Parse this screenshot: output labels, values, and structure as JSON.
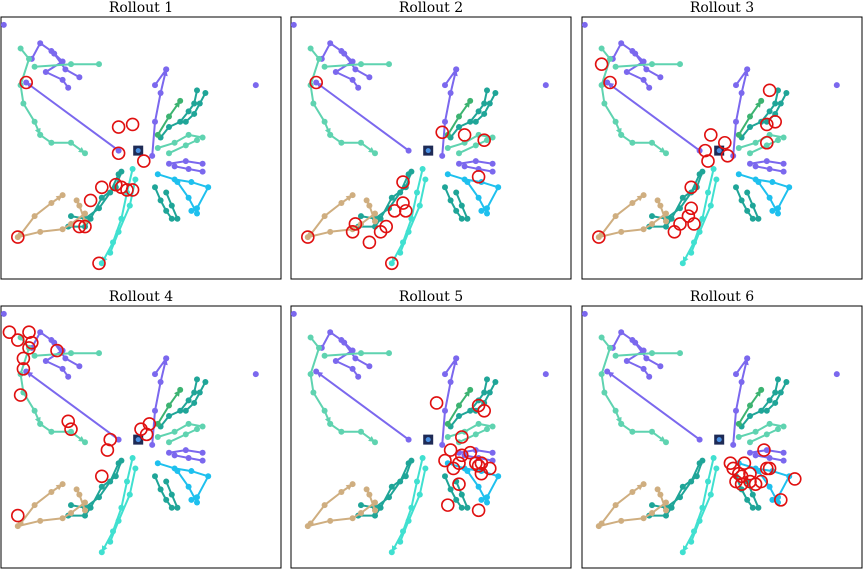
{
  "chart_data": {
    "type": "scatter",
    "grid": false,
    "xlim": [
      0,
      100
    ],
    "ylim": [
      0,
      100
    ],
    "colors": {
      "purple": "#7b68ee",
      "seafoam": "#5fd3b0",
      "teal": "#1fa598",
      "green": "#3cb371",
      "cyan": "#1ec0ee",
      "tan": "#cfae80",
      "turquoise": "#40e0d0",
      "highlight": "#e01010",
      "marker_fill": "#1e2a55",
      "marker_core": "#4a90e2"
    },
    "panels": [
      {
        "title": "Rollout 1",
        "circles": [
          [
            9,
            75
          ],
          [
            42,
            48
          ],
          [
            51,
            45
          ],
          [
            42,
            58
          ],
          [
            47,
            59
          ],
          [
            36,
            35
          ],
          [
            41,
            36
          ],
          [
            43,
            35
          ],
          [
            47,
            34
          ],
          [
            45,
            34
          ],
          [
            32,
            30
          ],
          [
            28,
            20
          ],
          [
            30,
            20
          ],
          [
            6,
            16
          ],
          [
            35,
            6
          ]
        ]
      },
      {
        "title": "Rollout 2",
        "circles": [
          [
            9,
            75
          ],
          [
            62,
            55
          ],
          [
            54,
            56
          ],
          [
            69,
            53
          ],
          [
            67,
            39
          ],
          [
            40,
            37
          ],
          [
            40,
            29
          ],
          [
            41,
            26
          ],
          [
            37,
            26
          ],
          [
            34,
            20
          ],
          [
            32,
            18
          ],
          [
            28,
            14
          ],
          [
            23,
            21
          ],
          [
            22,
            18
          ],
          [
            6,
            16
          ],
          [
            36,
            6
          ]
        ]
      },
      {
        "title": "Rollout 3",
        "circles": [
          [
            7,
            82
          ],
          [
            10,
            75
          ],
          [
            51,
            52
          ],
          [
            52,
            47
          ],
          [
            46,
            55
          ],
          [
            44,
            49
          ],
          [
            45,
            45
          ],
          [
            66,
            52
          ],
          [
            66,
            59
          ],
          [
            69,
            60
          ],
          [
            67,
            72
          ],
          [
            39,
            35
          ],
          [
            39,
            27
          ],
          [
            40,
            21
          ],
          [
            38,
            24
          ],
          [
            35,
            21
          ],
          [
            33,
            18
          ],
          [
            6,
            16
          ]
        ]
      },
      {
        "title": "Rollout 4",
        "circles": [
          [
            3,
            90
          ],
          [
            6,
            87
          ],
          [
            10,
            90
          ],
          [
            11,
            86
          ],
          [
            8,
            80
          ],
          [
            10,
            84
          ],
          [
            8,
            76
          ],
          [
            20,
            83
          ],
          [
            7,
            66
          ],
          [
            25,
            53
          ],
          [
            24,
            56
          ],
          [
            50,
            53
          ],
          [
            52,
            51
          ],
          [
            53,
            55
          ],
          [
            39,
            49
          ],
          [
            38,
            45
          ],
          [
            36,
            35
          ],
          [
            6,
            20
          ]
        ]
      },
      {
        "title": "Rollout 5",
        "circles": [
          [
            52,
            63
          ],
          [
            61,
            50
          ],
          [
            67,
            62
          ],
          [
            69,
            60
          ],
          [
            57,
            45
          ],
          [
            61,
            43
          ],
          [
            64,
            44
          ],
          [
            55,
            41
          ],
          [
            58,
            38
          ],
          [
            60,
            40
          ],
          [
            66,
            40
          ],
          [
            67,
            39
          ],
          [
            68,
            40
          ],
          [
            71,
            38
          ],
          [
            68,
            36
          ],
          [
            60,
            32
          ],
          [
            56,
            24
          ],
          [
            67,
            22
          ]
        ]
      },
      {
        "title": "Rollout 6",
        "circles": [
          [
            65,
            45
          ],
          [
            66,
            38
          ],
          [
            60,
            36
          ],
          [
            58,
            40
          ],
          [
            53,
            40
          ],
          [
            54,
            38
          ],
          [
            56,
            36
          ],
          [
            57,
            35
          ],
          [
            55,
            33
          ],
          [
            57,
            32
          ],
          [
            60,
            33
          ],
          [
            62,
            32
          ],
          [
            64,
            33
          ],
          [
            67,
            38
          ],
          [
            76,
            34
          ],
          [
            71,
            26
          ]
        ]
      }
    ]
  }
}
